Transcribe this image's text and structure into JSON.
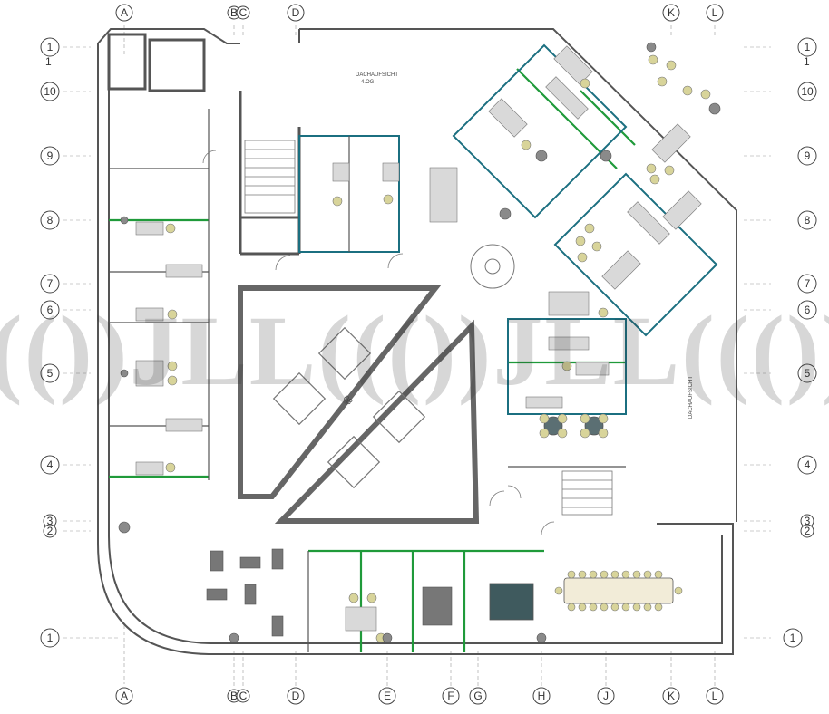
{
  "grid": {
    "top_columns": [
      "A",
      "B",
      "C",
      "D",
      "K",
      "L"
    ],
    "bottom_columns": [
      "A",
      "B",
      "C",
      "D",
      "E",
      "F",
      "G",
      "H",
      "J",
      "K",
      "L"
    ],
    "left_rows": [
      "1",
      "10",
      "9",
      "8",
      "7",
      "6",
      "5",
      "4",
      "3",
      "2",
      "1"
    ],
    "right_rows": [
      "1",
      "10",
      "9",
      "8",
      "7",
      "6",
      "5",
      "4",
      "3",
      "2",
      "1"
    ],
    "row_1_sublabel": "1"
  },
  "labels": {
    "roof_view_top": "DACHAUFSICHT",
    "roof_view_top_floor": "4.OG",
    "roof_view_side": "DACHAUFSICHT",
    "stair_marker": "08"
  },
  "watermark": {
    "text": "(())JLL((())JLL((())JLL",
    "color": "#2a2a2a"
  },
  "colors": {
    "wall": "#555555",
    "partition_green": "#1f9a3a",
    "partition_teal": "#1b6f80",
    "chair": "#d8d49a",
    "desk": "#d9d9d9",
    "column": "#8a8a8a",
    "table_dark": "#3f5a5e"
  }
}
